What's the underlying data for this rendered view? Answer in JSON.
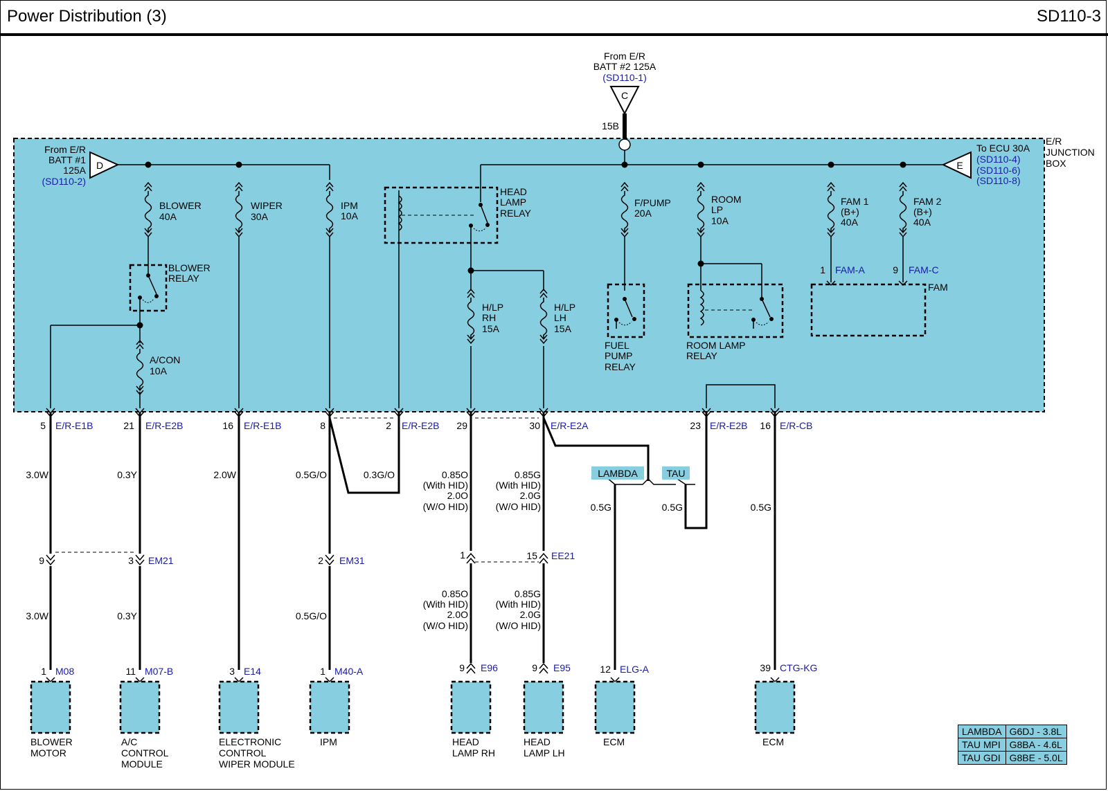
{
  "header": {
    "title": "Power Distribution (3)",
    "code": "SD110-3"
  },
  "box_label": [
    "E/R",
    "JUNCTION",
    "BOX"
  ],
  "source_c": {
    "lines": [
      "From E/R",
      "BATT #2 125A"
    ],
    "ref": "(SD110-1)",
    "letter": "C",
    "wire": "15B"
  },
  "source_d": {
    "lines": [
      "From E/R",
      "BATT #1",
      "125A"
    ],
    "ref": "(SD110-2)",
    "letter": "D"
  },
  "dest_e": {
    "text": "To ECU 30A",
    "refs": [
      "(SD110-4)",
      "(SD110-6)",
      "(SD110-8)"
    ],
    "letter": "E"
  },
  "fuses": {
    "blower": [
      "BLOWER",
      "40A"
    ],
    "wiper": [
      "WIPER",
      "30A"
    ],
    "ipm": [
      "IPM",
      "10A"
    ],
    "fpump": [
      "F/PUMP",
      "20A"
    ],
    "roomlp": [
      "ROOM",
      "LP",
      "10A"
    ],
    "fam1": [
      "FAM 1",
      "(B+)",
      "40A"
    ],
    "fam2": [
      "FAM 2",
      "(B+)",
      "40A"
    ],
    "acon": [
      "A/CON",
      "10A"
    ],
    "hlprh": [
      "H/LP",
      "RH",
      "15A"
    ],
    "hlplh": [
      "H/LP",
      "LH",
      "15A"
    ]
  },
  "relays": {
    "blower": [
      "BLOWER",
      "RELAY"
    ],
    "headlamp": [
      "HEAD",
      "LAMP",
      "RELAY"
    ],
    "fuelpump": [
      "FUEL",
      "PUMP",
      "RELAY"
    ],
    "roomlamp": [
      "ROOM LAMP",
      "RELAY"
    ]
  },
  "fam": {
    "label": "FAM",
    "pin_a": "1",
    "conn_a": "FAM-A",
    "pin_c": "9",
    "conn_c": "FAM-C"
  },
  "box_pins": [
    {
      "pin": "5",
      "conn": "E/R-E1B"
    },
    {
      "pin": "21",
      "conn": "E/R-E2B"
    },
    {
      "pin": "16",
      "conn": "E/R-E1B"
    },
    {
      "pin": "8",
      "conn": ""
    },
    {
      "pin": "2",
      "conn": "E/R-E2B"
    },
    {
      "pin": "29",
      "conn": ""
    },
    {
      "pin": "30",
      "conn": "E/R-E2A"
    },
    {
      "pin": "23",
      "conn": "E/R-E2B"
    },
    {
      "pin": "16",
      "conn": "E/R-CB"
    }
  ],
  "wires": {
    "w1": "3.0W",
    "w2": "0.3Y",
    "w3": "2.0W",
    "w4": "0.5G/O",
    "w5": "0.3G/O",
    "w6": [
      "0.85O",
      "(With HID)",
      "2.0O",
      "(W/O HID)"
    ],
    "w7": [
      "0.85G",
      "(With HID)",
      "2.0G",
      "(W/O HID)"
    ],
    "w8": "0.5G",
    "w9": "0.5G",
    "w10": "0.5G",
    "w11": "3.0W",
    "w12": "0.3Y",
    "w13": "0.5G/O",
    "w14": [
      "0.85O",
      "(With HID)",
      "2.0O",
      "(W/O HID)"
    ],
    "w15": [
      "0.85G",
      "(With HID)",
      "2.0G",
      "(W/O HID)"
    ]
  },
  "variants": {
    "lambda": "LAMBDA",
    "tau": "TAU"
  },
  "inline_conns": [
    {
      "pin": "9",
      "conn": ""
    },
    {
      "pin": "3",
      "conn": "EM21"
    },
    {
      "pin": "2",
      "conn": "EM31"
    },
    {
      "pin": "1",
      "conn": ""
    },
    {
      "pin": "15",
      "conn": "EE21"
    }
  ],
  "components": [
    {
      "pin": "1",
      "conn": "M08",
      "name": [
        "BLOWER",
        "MOTOR"
      ]
    },
    {
      "pin": "11",
      "conn": "M07-B",
      "name": [
        "A/C",
        "CONTROL",
        "MODULE"
      ]
    },
    {
      "pin": "3",
      "conn": "E14",
      "name": [
        "ELECTRONIC",
        "CONTROL",
        "WIPER MODULE"
      ]
    },
    {
      "pin": "1",
      "conn": "M40-A",
      "name": [
        "IPM"
      ]
    },
    {
      "pin": "9",
      "conn": "E96",
      "name": [
        "HEAD",
        "LAMP RH"
      ]
    },
    {
      "pin": "9",
      "conn": "E95",
      "name": [
        "HEAD",
        "LAMP LH"
      ]
    },
    {
      "pin": "12",
      "conn": "ELG-A",
      "name": [
        "ECM"
      ]
    },
    {
      "pin": "39",
      "conn": "CTG-KG",
      "name": [
        "ECM"
      ]
    }
  ],
  "legend": [
    [
      "LAMBDA",
      "G6DJ - 3.8L"
    ],
    [
      "TAU MPI",
      "G8BA - 4.6L"
    ],
    [
      "TAU GDI",
      "G8BE - 5.0L"
    ]
  ]
}
